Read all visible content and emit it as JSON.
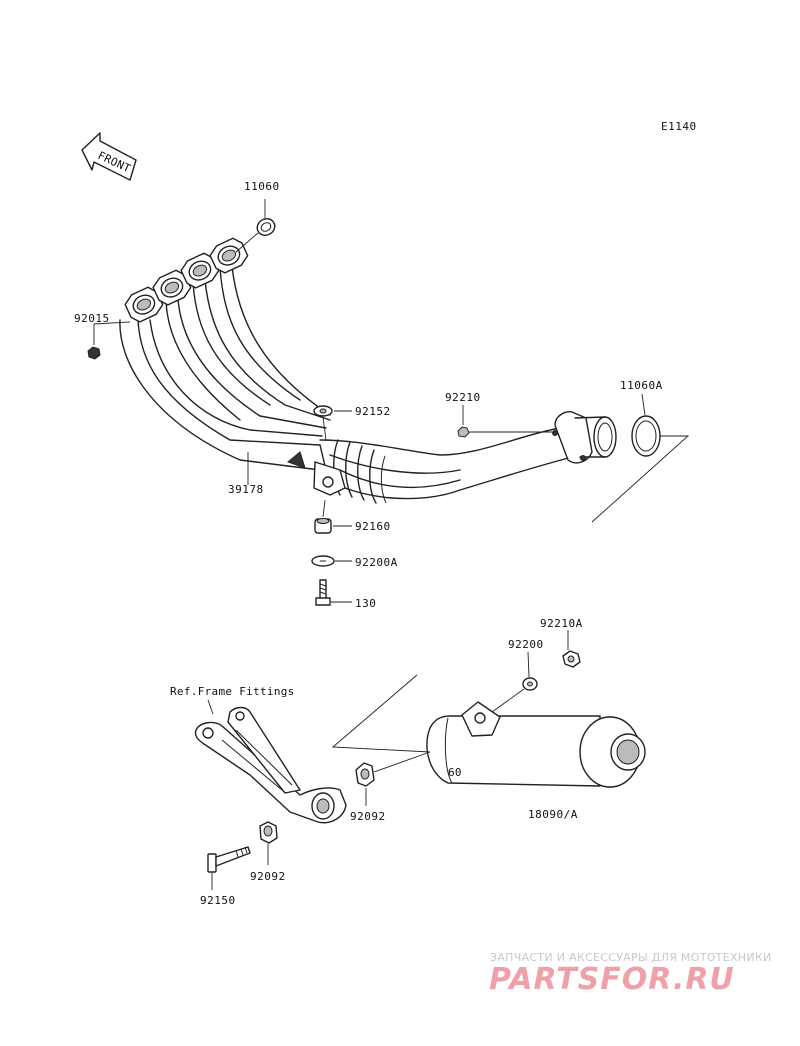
{
  "diagram": {
    "code": "E1140",
    "front_marker": "FRONT",
    "ref_note": "Ref.Frame Fittings",
    "callouts": [
      {
        "id": "11060",
        "label": "11060"
      },
      {
        "id": "92015",
        "label": "92015"
      },
      {
        "id": "92152",
        "label": "92152"
      },
      {
        "id": "92210",
        "label": "92210"
      },
      {
        "id": "11060A",
        "label": "11060A"
      },
      {
        "id": "39178",
        "label": "39178"
      },
      {
        "id": "92160",
        "label": "92160"
      },
      {
        "id": "92200A",
        "label": "92200A"
      },
      {
        "id": "130",
        "label": "130"
      },
      {
        "id": "92210A",
        "label": "92210A"
      },
      {
        "id": "92200",
        "label": "92200"
      },
      {
        "id": "92092_right",
        "label": "92092"
      },
      {
        "id": "18090A",
        "label": "18090/A"
      },
      {
        "id": "92092_left",
        "label": "92092"
      },
      {
        "id": "92150",
        "label": "92150"
      }
    ]
  },
  "watermark": {
    "tagline": "ЗАПЧАСТИ И АКСЕССУАРЫ ДЛЯ МОТОТЕХНИКИ",
    "brand": "PARTSFOR.RU",
    "brand_color": "#f0a0a8"
  }
}
